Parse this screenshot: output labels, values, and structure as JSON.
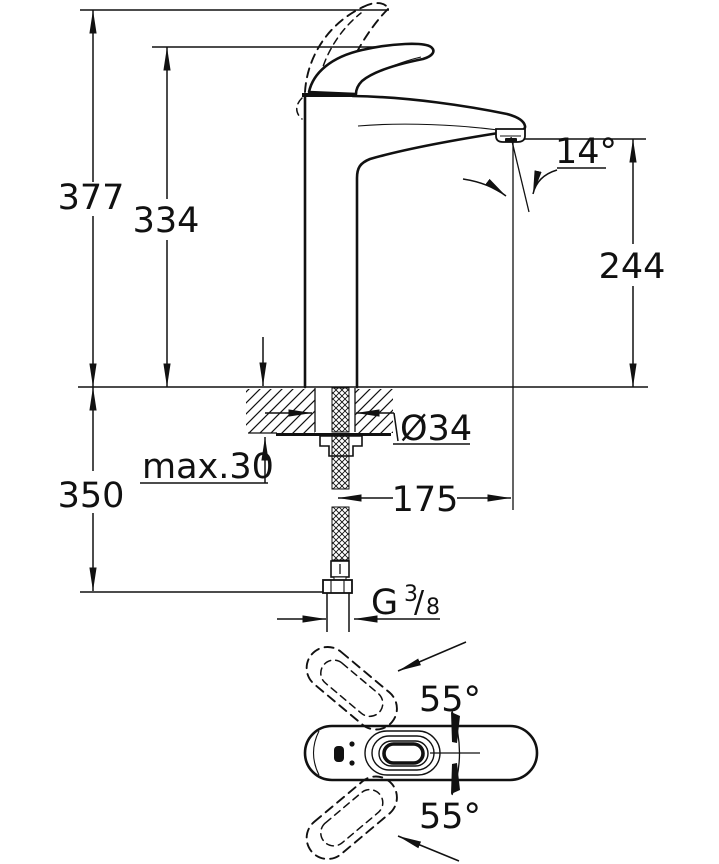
{
  "colors": {
    "ink": "#111111",
    "paper": "#ffffff"
  },
  "side_view": {
    "overall_height": "377",
    "body_height": "334",
    "spout_height": "244",
    "stream_angle": "14°",
    "hose_length": "350",
    "max_deck_thickness": "max.30",
    "hole_diameter": "Ø34",
    "spout_reach": "175",
    "thread": {
      "letter": "G",
      "numerator": "3",
      "slash": "/",
      "denominator": "8"
    }
  },
  "top_view": {
    "swing_upper": "55°",
    "swing_lower": "55°"
  }
}
